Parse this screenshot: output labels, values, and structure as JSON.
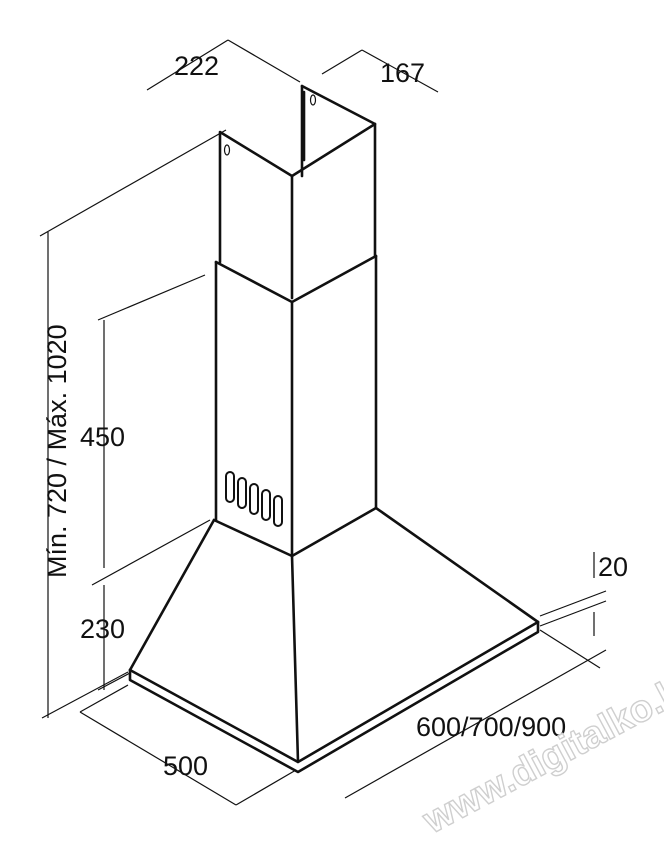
{
  "dimensions": {
    "chimney_width": "222",
    "chimney_depth": "167",
    "total_height": "Mín. 720 / Máx. 1020",
    "upper_section": "450",
    "hood_height": "230",
    "hood_depth": "500",
    "hood_width": "600/700/900",
    "lip_thickness": "20"
  },
  "watermark": "www.digitalko.hu",
  "colors": {
    "line": "#111111",
    "watermark": "#cfcfcf"
  }
}
